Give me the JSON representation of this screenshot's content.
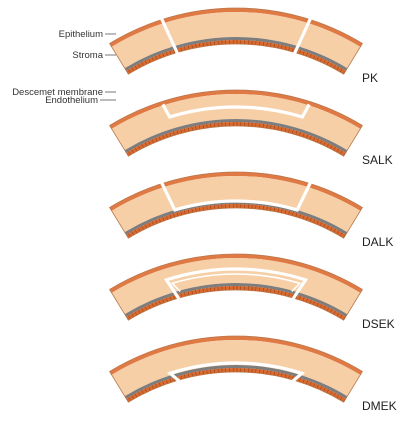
{
  "layers": [
    {
      "key": "epithelium",
      "label": "Epithelium"
    },
    {
      "key": "stroma",
      "label": "Stroma"
    },
    {
      "key": "descemet",
      "label": "Descemet membrane"
    },
    {
      "key": "endothelium",
      "label": "Endothelium"
    }
  ],
  "procedures": [
    {
      "label": "PK",
      "graft": "full-thickness"
    },
    {
      "label": "SALK",
      "graft": "anterior-stroma"
    },
    {
      "label": "DALK",
      "graft": "stroma-to-descemet"
    },
    {
      "label": "DSEK",
      "graft": "posterior-stroma-descemet-endothelium"
    },
    {
      "label": "DMEK",
      "graft": "descemet-endothelium"
    }
  ],
  "colors": {
    "epithelium": "#e07a45",
    "stroma": "#f6cfa6",
    "descemet": "#7d7d7d",
    "endothelium": "#d8692f",
    "graft_outline": "#ffffff",
    "edge": "#b9774a"
  }
}
